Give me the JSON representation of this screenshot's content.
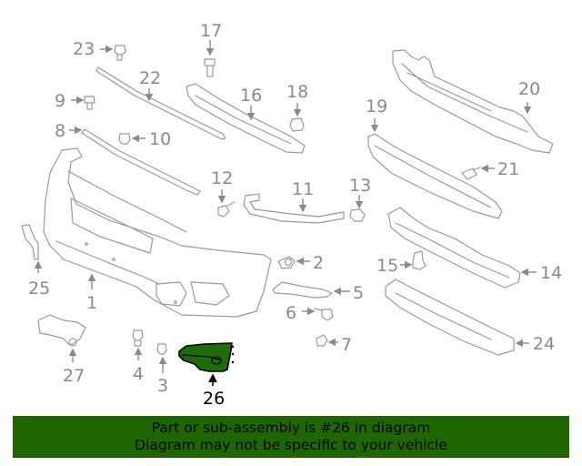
{
  "diagram": {
    "highlighted_part": "26",
    "highlight_color": "#1e6b0a",
    "callouts": [
      {
        "num": "1",
        "label": "1"
      },
      {
        "num": "2",
        "label": "2"
      },
      {
        "num": "3",
        "label": "3"
      },
      {
        "num": "4",
        "label": "4"
      },
      {
        "num": "5",
        "label": "5"
      },
      {
        "num": "6",
        "label": "6"
      },
      {
        "num": "7",
        "label": "7"
      },
      {
        "num": "8",
        "label": "8"
      },
      {
        "num": "9",
        "label": "9"
      },
      {
        "num": "10",
        "label": "10"
      },
      {
        "num": "11",
        "label": "11"
      },
      {
        "num": "12",
        "label": "12"
      },
      {
        "num": "13",
        "label": "13"
      },
      {
        "num": "14",
        "label": "14"
      },
      {
        "num": "15",
        "label": "15"
      },
      {
        "num": "16",
        "label": "16"
      },
      {
        "num": "17",
        "label": "17"
      },
      {
        "num": "18",
        "label": "18"
      },
      {
        "num": "19",
        "label": "19"
      },
      {
        "num": "20",
        "label": "20"
      },
      {
        "num": "21",
        "label": "21"
      },
      {
        "num": "22",
        "label": "22"
      },
      {
        "num": "23",
        "label": "23"
      },
      {
        "num": "24",
        "label": "24"
      },
      {
        "num": "25",
        "label": "25"
      },
      {
        "num": "26",
        "label": "26"
      },
      {
        "num": "27",
        "label": "27"
      }
    ]
  },
  "banner": {
    "line1": "Part or sub-assembly is #26 in diagram",
    "line2": "Diagram may not be specific to your vehicle",
    "background": "#1d6600"
  }
}
